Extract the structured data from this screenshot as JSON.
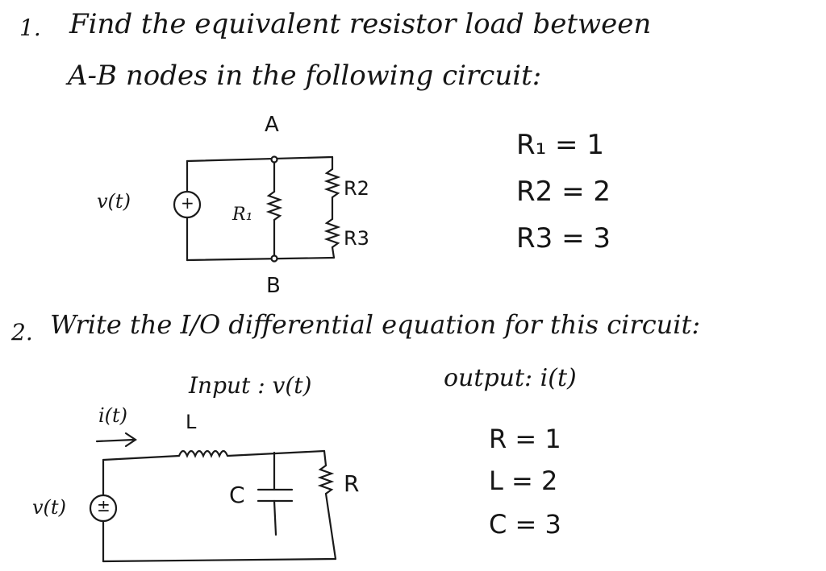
{
  "problem1": {
    "number": "1.",
    "line1": "Find the equivalent resistor load between",
    "line2": "A-B nodes in the following circuit:",
    "node_a": "A",
    "node_b": "B",
    "source_label": "v(t)",
    "source_symbol": "+",
    "r1_label": "R₁",
    "r2_label": "R2",
    "r3_label": "R3",
    "values": [
      "R₁ = 1",
      "R2 = 2",
      "R3 = 3"
    ]
  },
  "problem2": {
    "number": "2.",
    "line1": "Write the I/O differential equation for this circuit:",
    "input_label": "Input : v(t)",
    "output_label": "output: i(t)",
    "current_label": "i(t)",
    "inductor_label": "L",
    "capacitor_label": "C",
    "resistor_label": "R",
    "source_label": "v(t)",
    "source_symbol": "±",
    "values": [
      "R = 1",
      "L = 2",
      "C = 3"
    ]
  }
}
